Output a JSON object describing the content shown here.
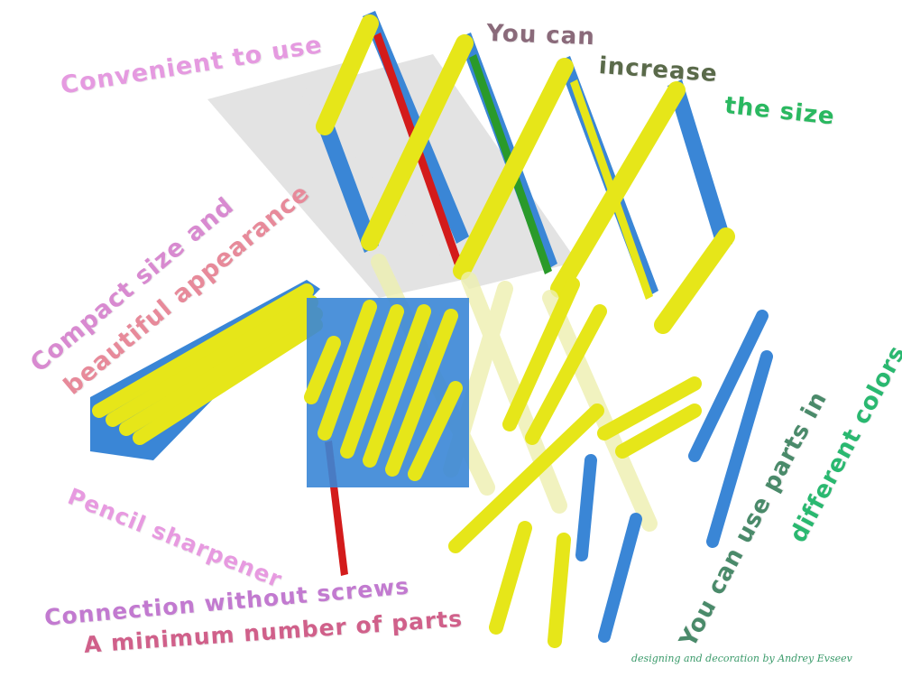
{
  "captions": {
    "convenient": "Convenient to use",
    "you_can": "You can",
    "increase": "increase",
    "the_size": "the size",
    "compact_1": "Compact size and",
    "compact_2": "beautiful appearance",
    "pencil": "Pencil sharpener",
    "connection": "Connection without screws",
    "minimum": "A minimum number of parts",
    "colors_1": "You can use parts in",
    "colors_2": "different colors"
  },
  "signature": "designing and decoration by Andrey Evseev",
  "colors": {
    "yellow": "#e6e619",
    "blue": "#3a86d6",
    "red": "#d31b1b",
    "green": "#2a9a2a"
  }
}
